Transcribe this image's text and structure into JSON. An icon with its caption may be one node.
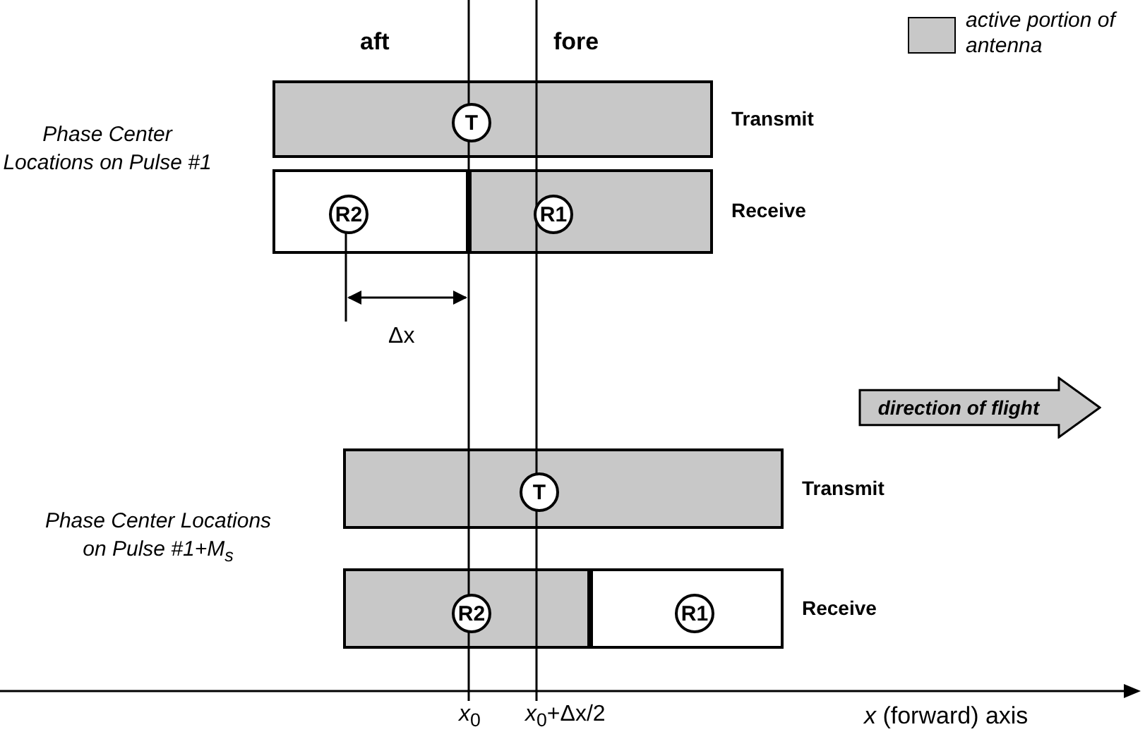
{
  "diagram": {
    "nodes": [
      {
        "text": [],
        "shape": "bar",
        "beside": [
          "Transmit"
        ]
      },
      {
        "text": [
          "T"
        ],
        "in": 0
      },
      {
        "text": [],
        "shape": "bar",
        "beside": [
          "Receive"
        ]
      },
      {
        "text": [],
        "shape": "bar",
        "in": 2
      },
      {
        "text": [
          "R2"
        ],
        "in": 3
      },
      {
        "text": [],
        "shape": "bar",
        "in": 2
      },
      {
        "text": [
          "R1"
        ],
        "in": 5
      },
      {
        "text": [
          "direction of flight"
        ]
      },
      {
        "text": [],
        "shape": "bar",
        "beside": [
          "Transmit"
        ]
      },
      {
        "text": [
          "T"
        ],
        "in": 8
      },
      {
        "text": [],
        "shape": "bar",
        "beside": [
          "Receive"
        ]
      },
      {
        "text": [],
        "shape": "bar",
        "in": 10
      },
      {
        "text": [
          "R2"
        ],
        "in": 11
      },
      {
        "text": [],
        "shape": "bar",
        "in": 10
      },
      {
        "text": [
          "R1"
        ],
        "in": 13
      }
    ],
    "edges": [],
    "labels": [
      "aft",
      "fore",
      "Phase Center Locations on Pulse #1",
      "Δx",
      "Phase Center Locations on Pulse #*1+M*$_{s}$",
      "*x*$_{0}$",
      "*x*$_{0}$+Δx/2",
      "*x* (forward) axis"
    ],
    "legend": [
      {
        "text": "active portion of antenna",
        "color": "#c8c8c8"
      }
    ]
  }
}
